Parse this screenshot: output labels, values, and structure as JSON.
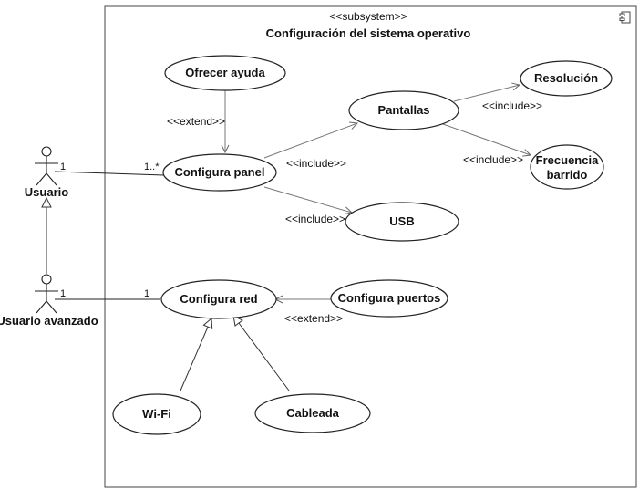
{
  "subsystem": {
    "stereotype": "<<subsystem>>",
    "title": "Configuración del sistema operativo",
    "icon": "component-icon"
  },
  "actors": {
    "usuario": "Usuario",
    "usuario_avanzado": "Usuario avanzado"
  },
  "use_cases": {
    "ofrecer_ayuda": "Ofrecer ayuda",
    "configura_panel": "Configura panel",
    "pantallas": "Pantallas",
    "resolucion": "Resolución",
    "frecuencia_line1": "Frecuencia",
    "frecuencia_line2": "barrido",
    "usb": "USB",
    "configura_red": "Configura red",
    "configura_puertos": "Configura puertos",
    "wifi": "Wi-Fi",
    "cableada": "Cableada"
  },
  "relations": {
    "extend_ayuda": "<<extend>>",
    "include_pantallas": "<<include>>",
    "include_resolucion": "<<include>>",
    "include_frecuencia": "<<include>>",
    "include_usb": "<<include>>",
    "extend_puertos": "<<extend>>"
  },
  "multiplicities": {
    "usuario_end": "1",
    "panel_end": "1..*",
    "avanzado_end": "1",
    "red_end": "1"
  }
}
